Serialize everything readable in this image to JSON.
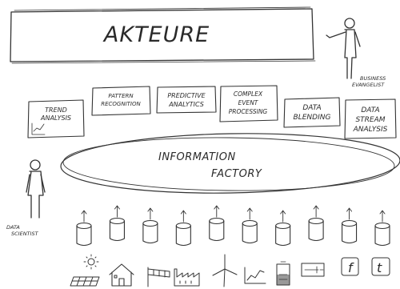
{
  "title": "AKTEURE",
  "actors": {
    "business": [
      "BUSINESS",
      "EVANGELIST"
    ],
    "scientist": [
      "DATA",
      "SCIENTIST"
    ]
  },
  "methods": [
    {
      "lines": [
        "TREND",
        "ANALYSIS"
      ]
    },
    {
      "lines": [
        "PATTERN",
        "RECOGNITION"
      ]
    },
    {
      "lines": [
        "PREDICTIVE",
        "ANALYTICS"
      ]
    },
    {
      "lines": [
        "COMPLEX",
        "EVENT",
        "PROCESSING"
      ]
    },
    {
      "lines": [
        "DATA",
        "BLENDING"
      ]
    },
    {
      "lines": [
        "DATA",
        "STREAM",
        "ANALYSIS"
      ]
    }
  ],
  "factory": [
    "INFORMATION",
    "FACTORY"
  ],
  "sources": {
    "database_count": 10,
    "icons": [
      "sun-icon",
      "solar-panel-icon",
      "house-icon",
      "windsock-icon",
      "factory-icon",
      "wind-turbine-icon",
      "chart-icon",
      "battery-icon",
      "meter-icon",
      "facebook-icon",
      "twitter-icon"
    ],
    "icon_glyphs": {
      "facebook": "f",
      "twitter": "t"
    }
  }
}
